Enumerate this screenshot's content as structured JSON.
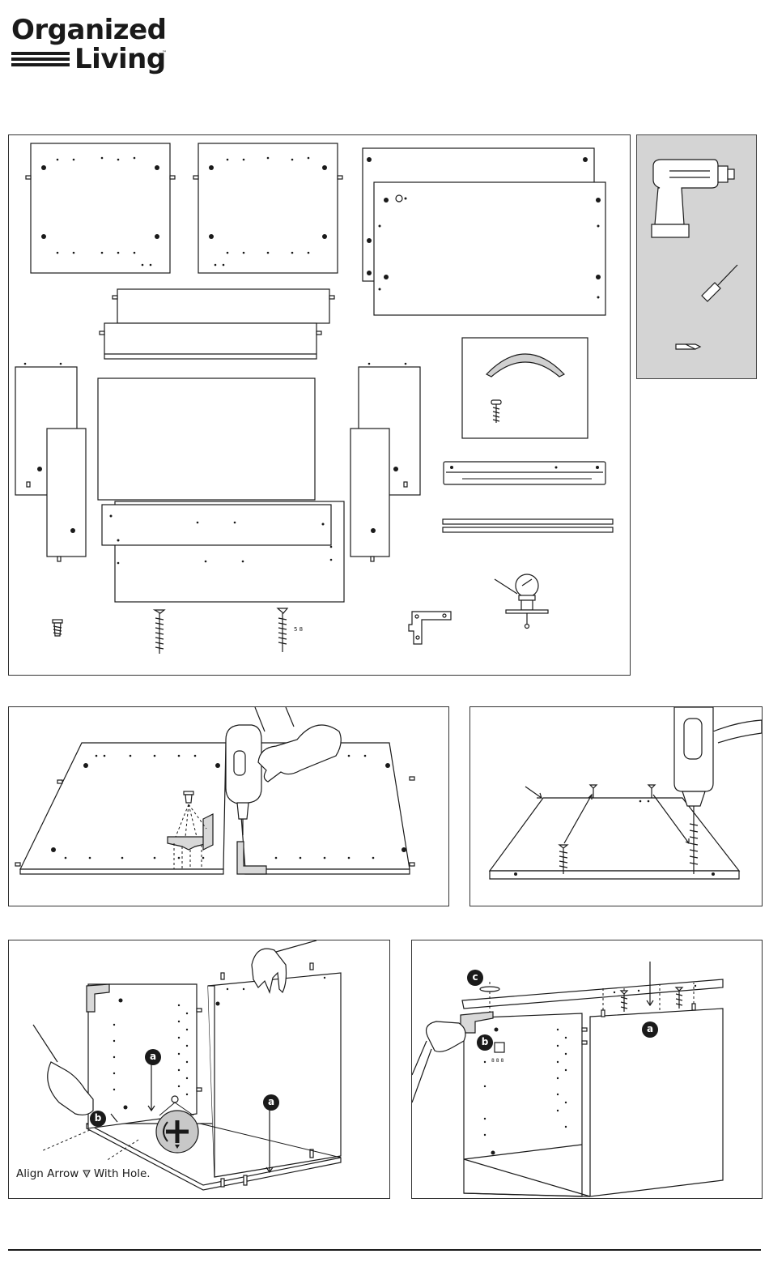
{
  "brand": {
    "name_line1": "Organized",
    "name_line2": "Living",
    "trademark": "™"
  },
  "parts_panel": {
    "screw_annotation": "5 8"
  },
  "step3": {
    "callouts": [
      "a",
      "b",
      "a"
    ],
    "caption_before": "Align Arrow",
    "caption_after": "With Hole."
  },
  "step4": {
    "callouts": [
      "c",
      "b",
      "a"
    ],
    "hinge_labels": "8 8 8"
  },
  "colors": {
    "line": "#1a1a1a",
    "tool_panel_bg": "#d4d4d4",
    "callout_bg": "#1a1a1a",
    "cam_disc": "#c8c8c8"
  }
}
